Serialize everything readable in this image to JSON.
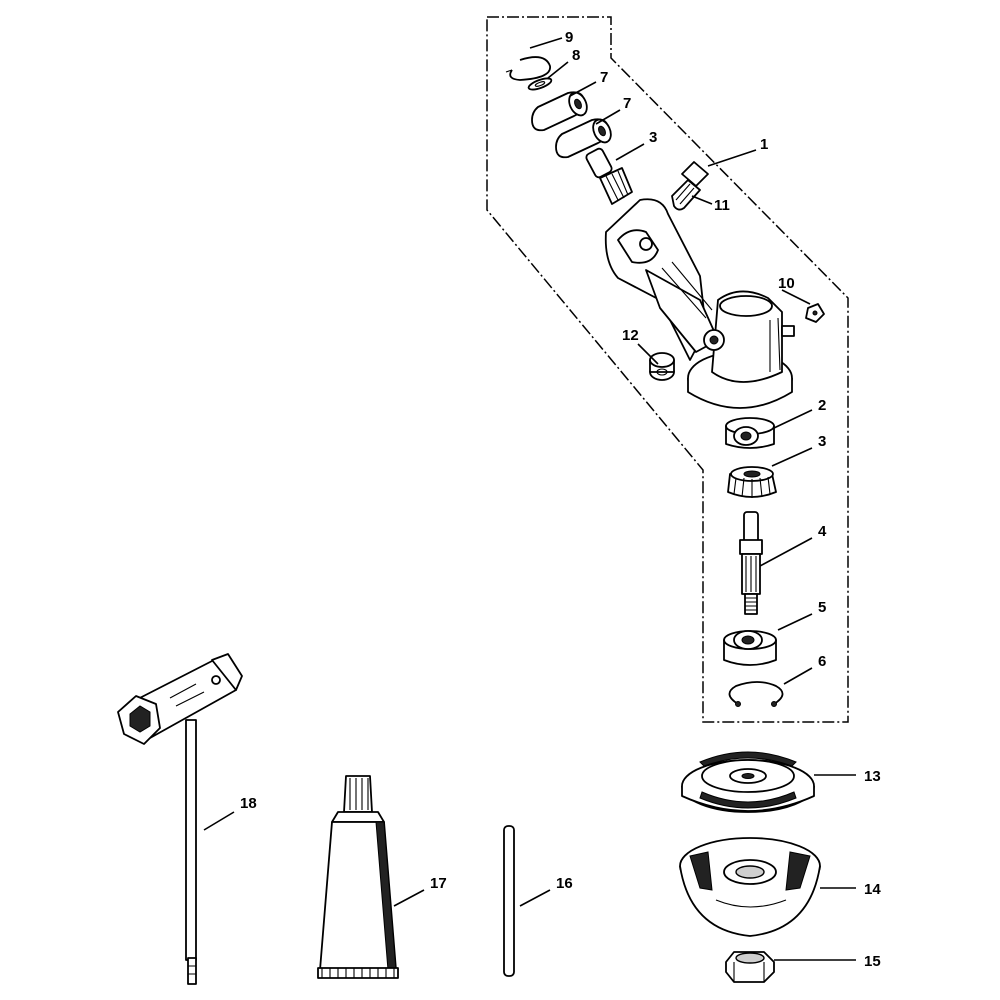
{
  "diagram": {
    "callouts": [
      {
        "id": "c1",
        "label": "1"
      },
      {
        "id": "c2",
        "label": "2"
      },
      {
        "id": "c3a",
        "label": "3"
      },
      {
        "id": "c3b",
        "label": "3"
      },
      {
        "id": "c4",
        "label": "4"
      },
      {
        "id": "c5",
        "label": "5"
      },
      {
        "id": "c6",
        "label": "6"
      },
      {
        "id": "c7a",
        "label": "7"
      },
      {
        "id": "c7b",
        "label": "7"
      },
      {
        "id": "c8",
        "label": "8"
      },
      {
        "id": "c9",
        "label": "9"
      },
      {
        "id": "c10",
        "label": "10"
      },
      {
        "id": "c11",
        "label": "11"
      },
      {
        "id": "c12",
        "label": "12"
      },
      {
        "id": "c13",
        "label": "13"
      },
      {
        "id": "c14",
        "label": "14"
      },
      {
        "id": "c15",
        "label": "15"
      },
      {
        "id": "c16",
        "label": "16"
      },
      {
        "id": "c17",
        "label": "17"
      },
      {
        "id": "c18",
        "label": "18"
      }
    ]
  }
}
